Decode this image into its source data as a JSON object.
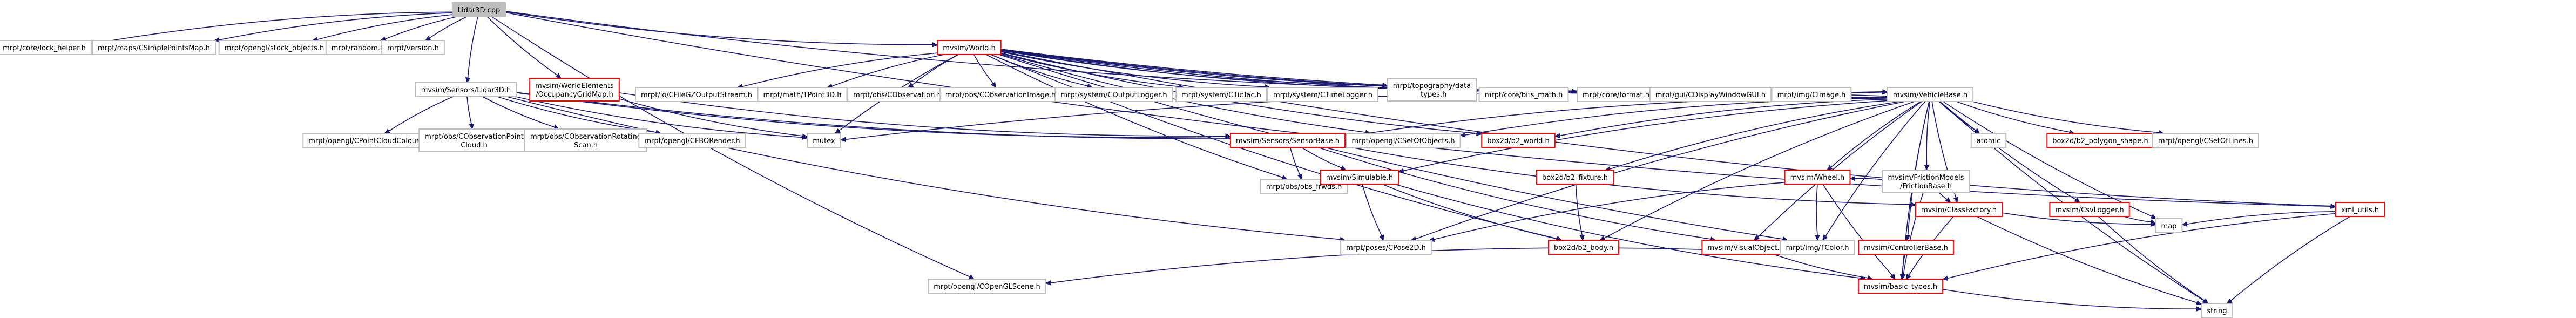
{
  "colors": {
    "edge": "#191970",
    "node_border": "#bfbfbf",
    "node_border_linked": "#ff0000",
    "root_fill": "#bfbfbf",
    "node_fill": "#ffffff",
    "text": "#000000"
  },
  "graph": {
    "root": "Lidar3D.cpp",
    "nodes": [
      {
        "id": "lidar3d_cpp",
        "label": [
          "Lidar3D.cpp"
        ],
        "style": "root"
      },
      {
        "id": "clock_helper",
        "label": [
          "mrpt/core/lock_helper.h"
        ],
        "style": "plain"
      },
      {
        "id": "csimplepointsmap",
        "label": [
          "mrpt/maps/CSimplePointsMap.h"
        ],
        "style": "plain"
      },
      {
        "id": "stock_objects",
        "label": [
          "mrpt/opengl/stock_objects.h"
        ],
        "style": "plain"
      },
      {
        "id": "random",
        "label": [
          "mrpt/random.h"
        ],
        "style": "plain"
      },
      {
        "id": "version",
        "label": [
          "mrpt/version.h"
        ],
        "style": "plain"
      },
      {
        "id": "sensors_lidar3d_h",
        "label": [
          "mvsim/Sensors/Lidar3D.h"
        ],
        "style": "plain"
      },
      {
        "id": "occupancy_gridmap",
        "label": [
          "mvsim/WorldElements",
          "/OccupancyGridMap.h"
        ],
        "style": "linked"
      },
      {
        "id": "world_h",
        "label": [
          "mvsim/World.h"
        ],
        "style": "linked"
      },
      {
        "id": "cpointcloudcoloured",
        "label": [
          "mrpt/opengl/CPointCloudColoured.h"
        ],
        "style": "plain"
      },
      {
        "id": "cobservationpointcloud",
        "label": [
          "mrpt/obs/CObservationPoint",
          "Cloud.h"
        ],
        "style": "plain"
      },
      {
        "id": "cobservationrotatingscan",
        "label": [
          "mrpt/obs/CObservationRotating",
          "Scan.h"
        ],
        "style": "plain"
      },
      {
        "id": "cfborender",
        "label": [
          "mrpt/opengl/CFBORender.h"
        ],
        "style": "plain"
      },
      {
        "id": "mutex",
        "label": [
          "mutex"
        ],
        "style": "plain"
      },
      {
        "id": "sensorbase",
        "label": [
          "mvsim/Sensors/SensorBase.h"
        ],
        "style": "linked"
      },
      {
        "id": "cfilegzoutputstream",
        "label": [
          "mrpt/io/CFileGZOutputStream.h"
        ],
        "style": "plain"
      },
      {
        "id": "tpoint3d",
        "label": [
          "mrpt/math/TPoint3D.h"
        ],
        "style": "plain"
      },
      {
        "id": "cobservation",
        "label": [
          "mrpt/obs/CObservation.h"
        ],
        "style": "plain"
      },
      {
        "id": "cobservationimage",
        "label": [
          "mrpt/obs/CObservationImage.h"
        ],
        "style": "plain"
      },
      {
        "id": "coutputlogger",
        "label": [
          "mrpt/system/COutputLogger.h"
        ],
        "style": "plain"
      },
      {
        "id": "cticTac",
        "label": [
          "mrpt/system/CTicTac.h"
        ],
        "style": "plain"
      },
      {
        "id": "ctimelogger",
        "label": [
          "mrpt/system/CTimeLogger.h"
        ],
        "style": "plain"
      },
      {
        "id": "topography",
        "label": [
          "mrpt/topography/data",
          "_types.h"
        ],
        "style": "plain"
      },
      {
        "id": "bits_math",
        "label": [
          "mrpt/core/bits_math.h"
        ],
        "style": "plain"
      },
      {
        "id": "format",
        "label": [
          "mrpt/core/format.h"
        ],
        "style": "plain"
      },
      {
        "id": "cdisplaywindow",
        "label": [
          "mrpt/gui/CDisplayWindowGUI.h"
        ],
        "style": "plain"
      },
      {
        "id": "cimage",
        "label": [
          "mrpt/img/CImage.h"
        ],
        "style": "plain"
      },
      {
        "id": "vehiclebase",
        "label": [
          "mvsim/VehicleBase.h"
        ],
        "style": "plain"
      },
      {
        "id": "xml_utils",
        "label": [
          "xml_utils.h"
        ],
        "style": "linked"
      },
      {
        "id": "csetofobjects",
        "label": [
          "mrpt/opengl/CSetOfObjects.h"
        ],
        "style": "plain"
      },
      {
        "id": "b2_world",
        "label": [
          "box2d/b2_world.h"
        ],
        "style": "linked"
      },
      {
        "id": "obs_frwds",
        "label": [
          "mrpt/obs/obs_frwds.h"
        ],
        "style": "plain"
      },
      {
        "id": "simulable",
        "label": [
          "mvsim/Simulable.h"
        ],
        "style": "linked"
      },
      {
        "id": "b2_fixture",
        "label": [
          "box2d/b2_fixture.h"
        ],
        "style": "linked"
      },
      {
        "id": "wheel",
        "label": [
          "mvsim/Wheel.h"
        ],
        "style": "linked"
      },
      {
        "id": "frictionbase",
        "label": [
          "mvsim/FrictionModels",
          "/FrictionBase.h"
        ],
        "style": "plain"
      },
      {
        "id": "atomic",
        "label": [
          "atomic"
        ],
        "style": "plain"
      },
      {
        "id": "b2_polygon_shape",
        "label": [
          "box2d/b2_polygon_shape.h"
        ],
        "style": "linked"
      },
      {
        "id": "csetoflines",
        "label": [
          "mrpt/opengl/CSetOfLines.h"
        ],
        "style": "plain"
      },
      {
        "id": "classfactory",
        "label": [
          "mvsim/ClassFactory.h"
        ],
        "style": "linked"
      },
      {
        "id": "csvlogger",
        "label": [
          "mvsim/CsvLogger.h"
        ],
        "style": "linked"
      },
      {
        "id": "map",
        "label": [
          "map"
        ],
        "style": "plain"
      },
      {
        "id": "cpose2d",
        "label": [
          "mrpt/poses/CPose2D.h"
        ],
        "style": "plain"
      },
      {
        "id": "b2_body",
        "label": [
          "box2d/b2_body.h"
        ],
        "style": "linked"
      },
      {
        "id": "visualobject",
        "label": [
          "mvsim/VisualObject.h"
        ],
        "style": "linked"
      },
      {
        "id": "tcolor",
        "label": [
          "mrpt/img/TColor.h"
        ],
        "style": "plain"
      },
      {
        "id": "controllerbase",
        "label": [
          "mvsim/ControllerBase.h"
        ],
        "style": "linked"
      },
      {
        "id": "copenglscene",
        "label": [
          "mrpt/opengl/COpenGLScene.h"
        ],
        "style": "plain"
      },
      {
        "id": "basic_types",
        "label": [
          "mvsim/basic_types.h"
        ],
        "style": "linked"
      },
      {
        "id": "string",
        "label": [
          "string"
        ],
        "style": "plain"
      }
    ],
    "edges": [
      [
        "lidar3d_cpp",
        "clock_helper"
      ],
      [
        "lidar3d_cpp",
        "csimplepointsmap"
      ],
      [
        "lidar3d_cpp",
        "stock_objects"
      ],
      [
        "lidar3d_cpp",
        "random"
      ],
      [
        "lidar3d_cpp",
        "version"
      ],
      [
        "lidar3d_cpp",
        "sensors_lidar3d_h"
      ],
      [
        "lidar3d_cpp",
        "occupancy_gridmap"
      ],
      [
        "lidar3d_cpp",
        "world_h"
      ],
      [
        "lidar3d_cpp",
        "vehiclebase"
      ],
      [
        "lidar3d_cpp",
        "xml_utils"
      ],
      [
        "lidar3d_cpp",
        "copenglscene"
      ],
      [
        "sensors_lidar3d_h",
        "cpointcloudcoloured"
      ],
      [
        "sensors_lidar3d_h",
        "cobservationpointcloud"
      ],
      [
        "sensors_lidar3d_h",
        "cobservationrotatingscan"
      ],
      [
        "sensors_lidar3d_h",
        "cfborender"
      ],
      [
        "sensors_lidar3d_h",
        "mutex"
      ],
      [
        "sensors_lidar3d_h",
        "sensorbase"
      ],
      [
        "sensors_lidar3d_h",
        "cpose2d"
      ],
      [
        "sensors_lidar3d_h",
        "csetofobjects"
      ],
      [
        "occupancy_gridmap",
        "mutex"
      ],
      [
        "occupancy_gridmap",
        "sensorbase"
      ],
      [
        "world_h",
        "cfilegzoutputstream"
      ],
      [
        "world_h",
        "tpoint3d"
      ],
      [
        "world_h",
        "cobservation"
      ],
      [
        "world_h",
        "cobservationimage"
      ],
      [
        "world_h",
        "coutputlogger"
      ],
      [
        "world_h",
        "cticTac"
      ],
      [
        "world_h",
        "ctimelogger"
      ],
      [
        "world_h",
        "topography"
      ],
      [
        "world_h",
        "bits_math"
      ],
      [
        "world_h",
        "format"
      ],
      [
        "world_h",
        "cdisplaywindow"
      ],
      [
        "world_h",
        "cimage"
      ],
      [
        "world_h",
        "vehiclebase"
      ],
      [
        "world_h",
        "xml_utils"
      ],
      [
        "world_h",
        "csetofobjects"
      ],
      [
        "world_h",
        "b2_world"
      ],
      [
        "world_h",
        "obs_frwds"
      ],
      [
        "world_h",
        "b2_body"
      ],
      [
        "world_h",
        "mutex"
      ],
      [
        "world_h",
        "tcolor"
      ],
      [
        "vehiclebase",
        "mutex"
      ],
      [
        "vehiclebase",
        "csetofobjects"
      ],
      [
        "vehiclebase",
        "b2_world"
      ],
      [
        "vehiclebase",
        "sensorbase"
      ],
      [
        "vehiclebase",
        "simulable"
      ],
      [
        "vehiclebase",
        "b2_fixture"
      ],
      [
        "vehiclebase",
        "wheel"
      ],
      [
        "vehiclebase",
        "frictionbase"
      ],
      [
        "vehiclebase",
        "atomic"
      ],
      [
        "vehiclebase",
        "b2_polygon_shape"
      ],
      [
        "vehiclebase",
        "csetoflines"
      ],
      [
        "vehiclebase",
        "classfactory"
      ],
      [
        "vehiclebase",
        "csvlogger"
      ],
      [
        "vehiclebase",
        "map"
      ],
      [
        "vehiclebase",
        "cpose2d"
      ],
      [
        "vehiclebase",
        "b2_body"
      ],
      [
        "vehiclebase",
        "visualobject"
      ],
      [
        "vehiclebase",
        "tcolor"
      ],
      [
        "vehiclebase",
        "controllerbase"
      ],
      [
        "vehiclebase",
        "basic_types"
      ],
      [
        "vehiclebase",
        "string"
      ],
      [
        "sensorbase",
        "obs_frwds"
      ],
      [
        "sensorbase",
        "simulable"
      ],
      [
        "sensorbase",
        "visualobject"
      ],
      [
        "sensorbase",
        "classfactory"
      ],
      [
        "simulable",
        "cpose2d"
      ],
      [
        "simulable",
        "b2_body"
      ],
      [
        "simulable",
        "basic_types"
      ],
      [
        "b2_fixture",
        "b2_body"
      ],
      [
        "wheel",
        "cpose2d"
      ],
      [
        "wheel",
        "tcolor"
      ],
      [
        "wheel",
        "basic_types"
      ],
      [
        "frictionbase",
        "wheel"
      ],
      [
        "frictionbase",
        "classfactory"
      ],
      [
        "frictionbase",
        "basic_types"
      ],
      [
        "classfactory",
        "map"
      ],
      [
        "classfactory",
        "basic_types"
      ],
      [
        "classfactory",
        "string"
      ],
      [
        "csvlogger",
        "map"
      ],
      [
        "csvlogger",
        "string"
      ],
      [
        "visualobject",
        "copenglscene"
      ],
      [
        "visualobject",
        "basic_types"
      ],
      [
        "controllerbase",
        "basic_types"
      ],
      [
        "xml_utils",
        "map"
      ],
      [
        "xml_utils",
        "string"
      ],
      [
        "xml_utils",
        "basic_types"
      ],
      [
        "basic_types",
        "string"
      ]
    ]
  }
}
